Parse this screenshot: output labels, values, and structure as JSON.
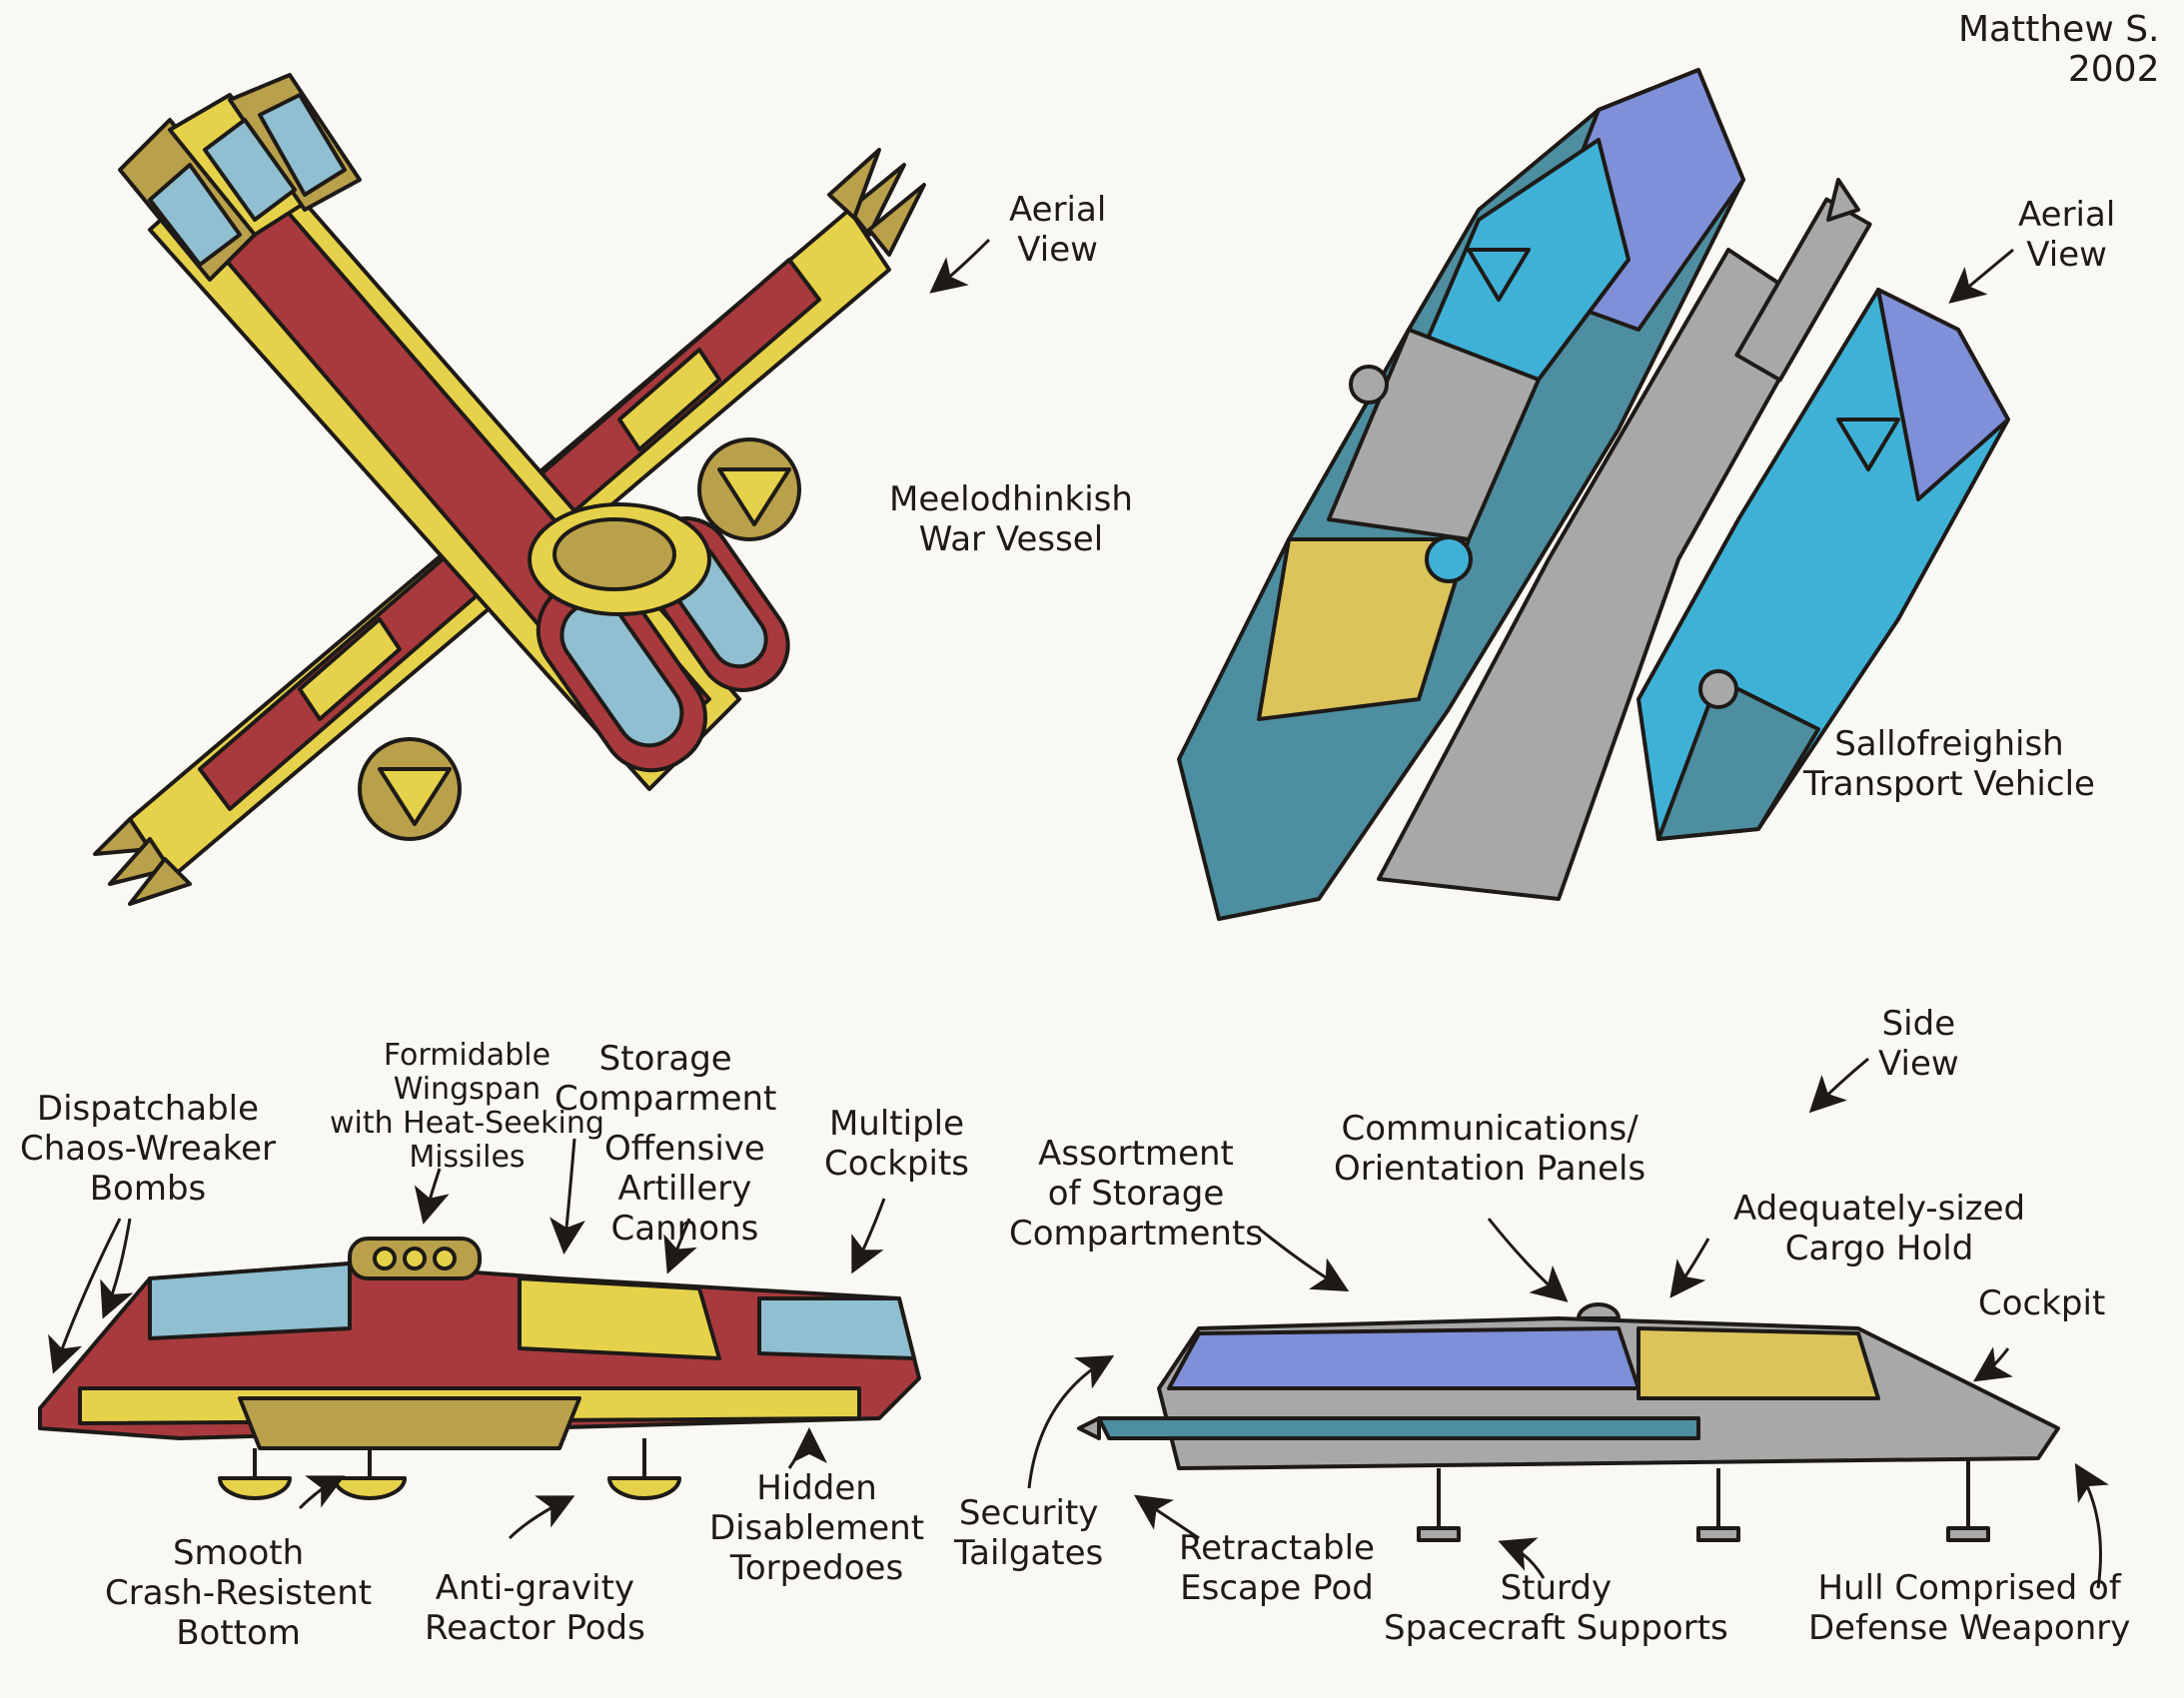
{
  "signature": {
    "name": "Matthew S.",
    "year": "2002"
  },
  "colors": {
    "paper": "#faf8f2",
    "ink": "#1e1a17",
    "war_red": "#a83a3e",
    "war_yellow": "#e6d24a",
    "war_gold": "#b9a04a",
    "war_blue": "#8fbfd0",
    "transport_cyan": "#3fb1d6",
    "transport_periwinkle": "#7f8fd8",
    "transport_teal": "#4d8ea0",
    "transport_gray": "#a8a8a8",
    "transport_yellow": "#dcc45a"
  },
  "war_vessel": {
    "name_line1": "Meelodhinkish",
    "name_line2": "War Vessel",
    "aerial_label_line1": "Aerial",
    "aerial_label_line2": "View",
    "side_callouts": {
      "bombs": [
        "Dispatchable",
        "Chaos-Wreaker",
        "Bombs"
      ],
      "wingspan": [
        "Formidable",
        "Wingspan",
        "with Heat-Seeking",
        "Missiles"
      ],
      "storage": [
        "Storage",
        "Comparment"
      ],
      "cannons": [
        "Offensive",
        "Artillery",
        "Cannons"
      ],
      "cockpits": [
        "Multiple",
        "Cockpits"
      ],
      "bottom": [
        "Smooth",
        "Crash-Resistent",
        "Bottom"
      ],
      "reactor": [
        "Anti-gravity",
        "Reactor Pods"
      ],
      "torpedoes": [
        "Hidden",
        "Disablement",
        "Torpedoes"
      ]
    }
  },
  "transport": {
    "name_line1": "Sallofreighish",
    "name_line2": "Transport Vehicle",
    "aerial_label_line1": "Aerial",
    "aerial_label_line2": "View",
    "side_label_line1": "Side",
    "side_label_line2": "View",
    "side_callouts": {
      "storage": [
        "Assortment",
        "of Storage",
        "Compartments"
      ],
      "comms": [
        "Communications/",
        "Orientation Panels"
      ],
      "cargo": [
        "Adequately-sized",
        "Cargo Hold"
      ],
      "cockpit": [
        "Cockpit"
      ],
      "tailgates": [
        "Security",
        "Tailgates"
      ],
      "escape": [
        "Retractable",
        "Escape Pod"
      ],
      "supports": [
        "Sturdy",
        "Spacecraft Supports"
      ],
      "hull": [
        "Hull Comprised of",
        "Defense Weaponry"
      ]
    }
  }
}
